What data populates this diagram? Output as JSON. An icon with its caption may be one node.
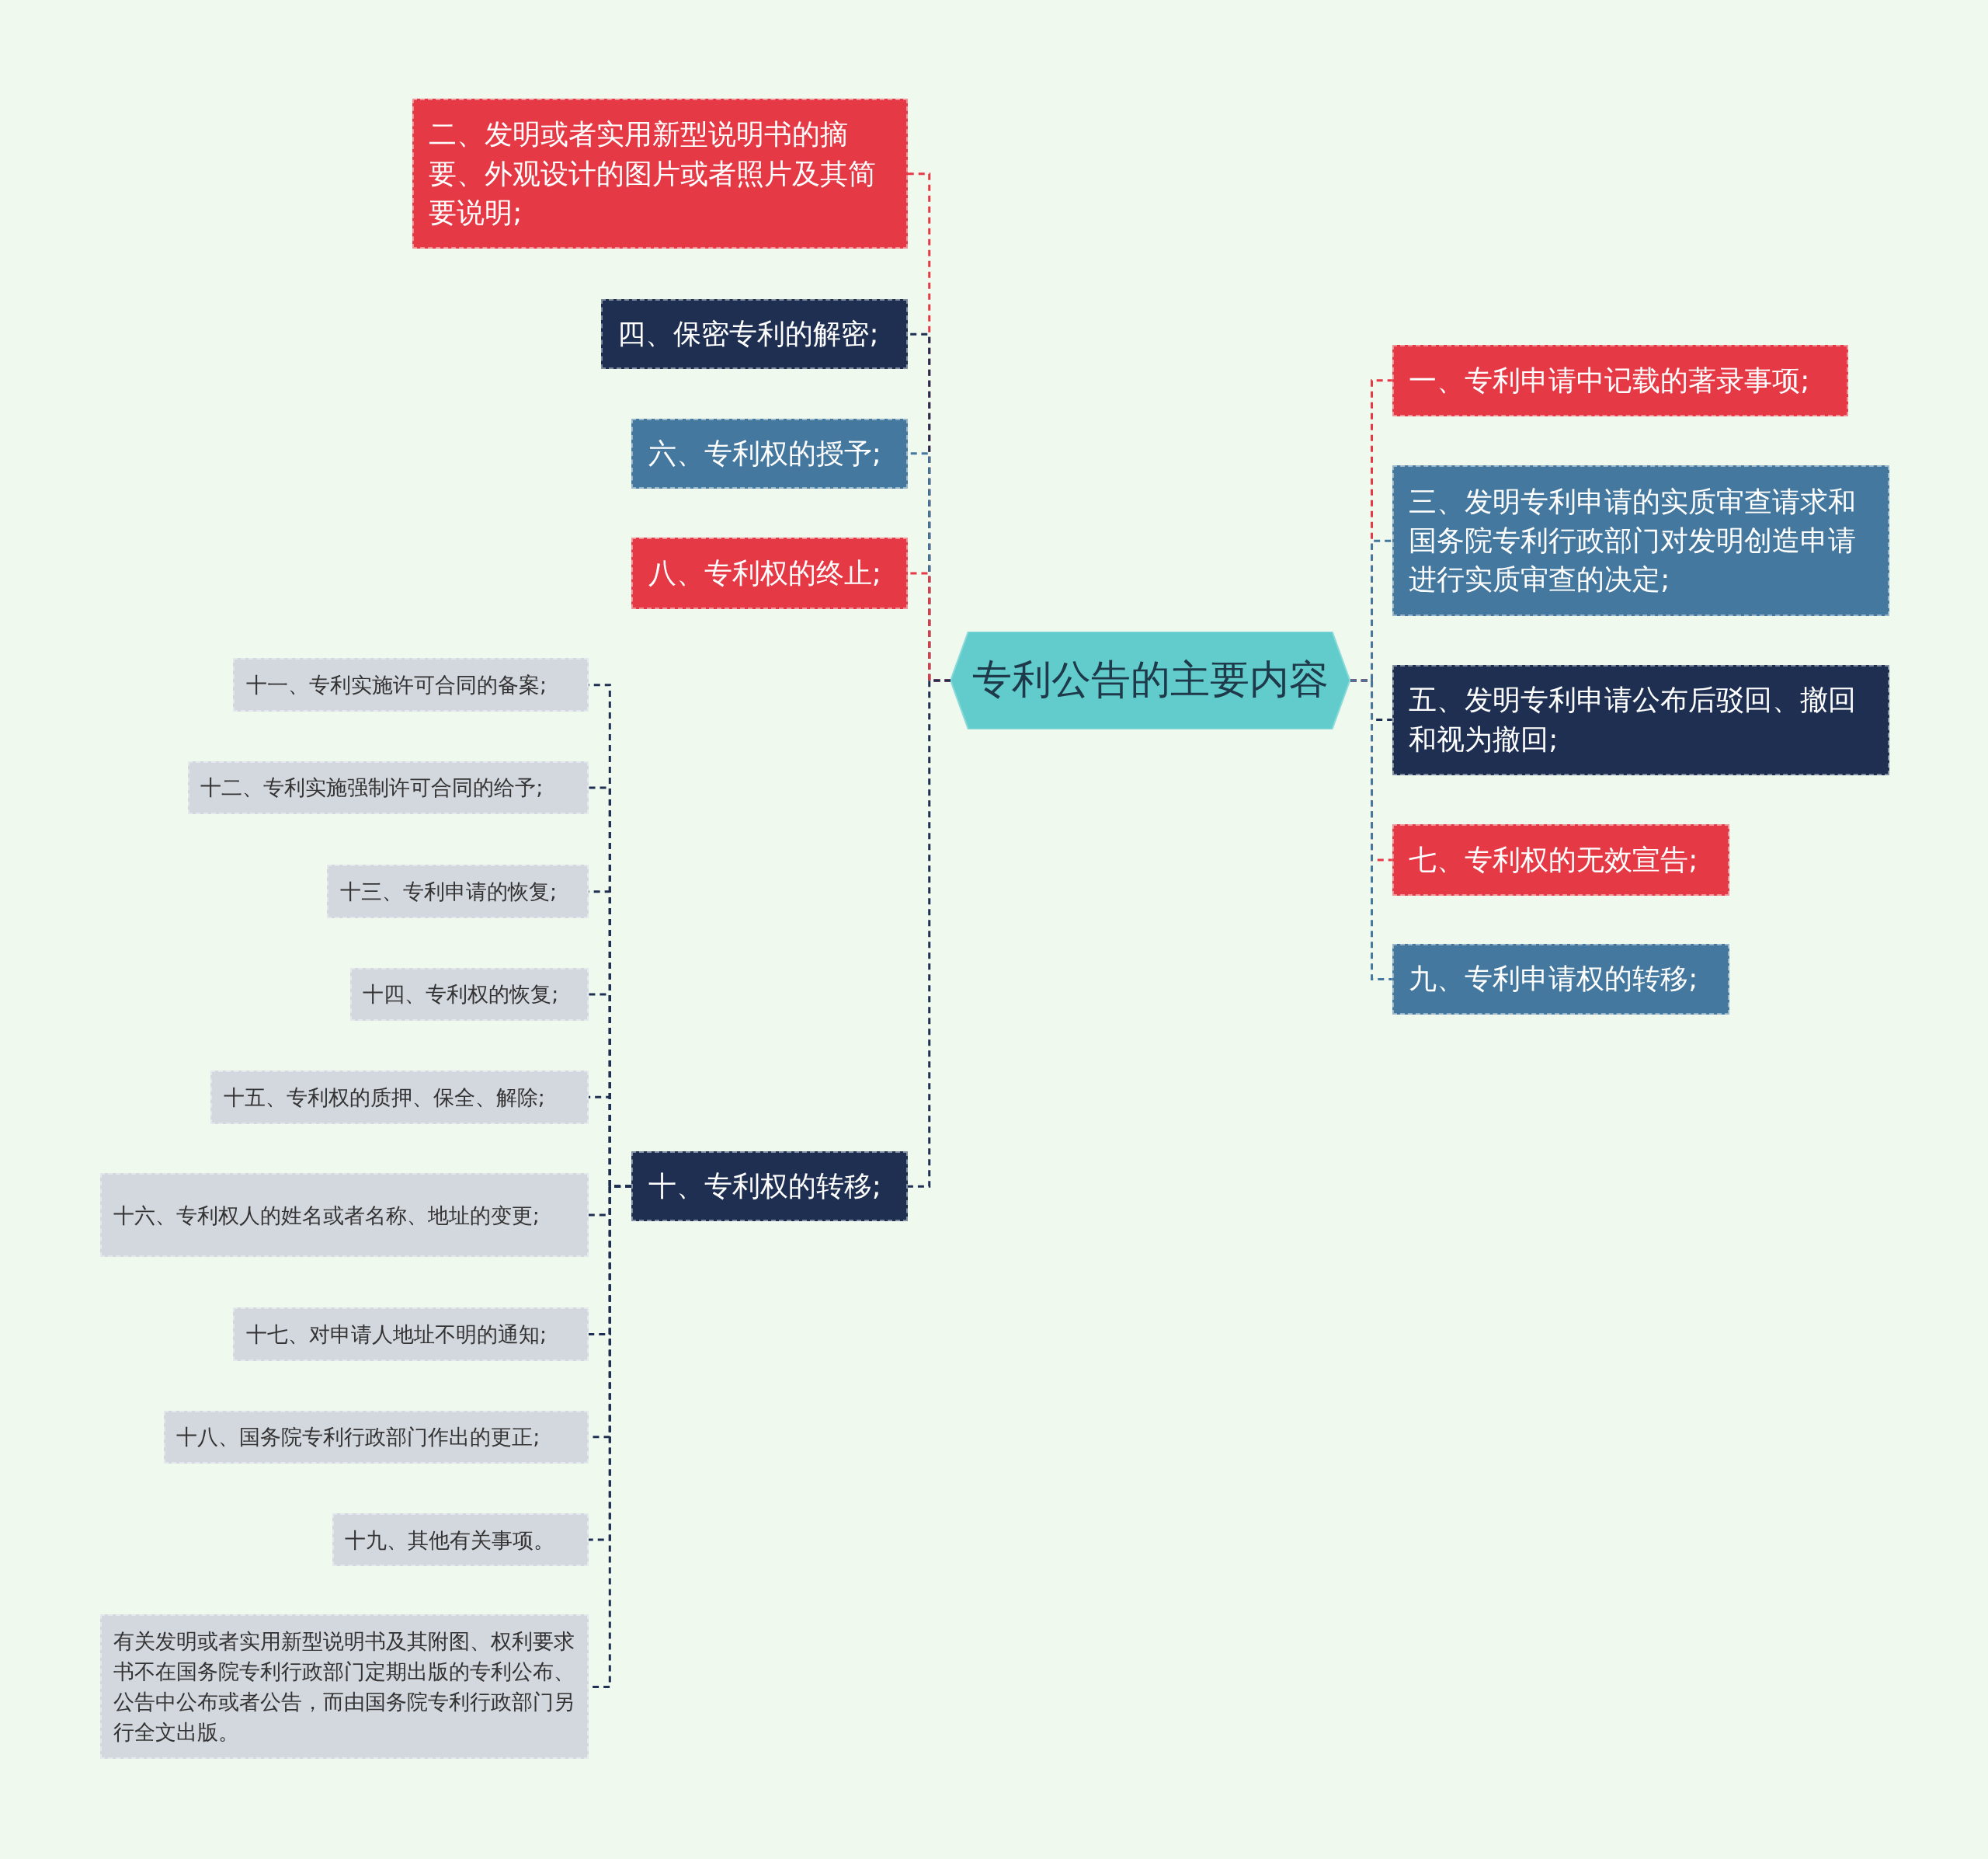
{
  "diagram": {
    "nodes": [
      {
        "text": [
          "专利公告的主要内容"
        ]
      },
      {
        "text": [
          "二、发明或者实用新型说明书的摘要、外观设计的图片或者照片及其简要说明;"
        ]
      },
      {
        "text": [
          "四、保密专利的解密;"
        ]
      },
      {
        "text": [
          "六、专利权的授予;"
        ]
      },
      {
        "text": [
          "八、专利权的终止;"
        ]
      },
      {
        "text": [
          "十、专利权的转移;"
        ]
      },
      {
        "text": [
          "十一、专利实施许可合同的备案;"
        ]
      },
      {
        "text": [
          "十二、专利实施强制许可合同的给予;"
        ]
      },
      {
        "text": [
          "十三、专利申请的恢复;"
        ]
      },
      {
        "text": [
          "十四、专利权的恢复;"
        ]
      },
      {
        "text": [
          "十五、专利权的质押、保全、解除;"
        ]
      },
      {
        "text": [
          "十六、专利权人的姓名或者名称、地址的变更;"
        ]
      },
      {
        "text": [
          "十七、对申请人地址不明的通知;"
        ]
      },
      {
        "text": [
          "十八、国务院专利行政部门作出的更正;"
        ]
      },
      {
        "text": [
          "十九、其他有关事项。"
        ]
      },
      {
        "text": [
          "有关发明或者实用新型说明书及其附图、权利要求书不在国务院专利行政部门定期出版的专利公布、公告中公布或者公告，而由国务院专利行政部门另行全文出版。"
        ]
      },
      {
        "text": [
          "一、专利申请中记载的著录事项;"
        ]
      },
      {
        "text": [
          "三、发明专利申请的实质审查请求和国务院专利行政部门对发明创造申请进行实质审查的决定;"
        ]
      },
      {
        "text": [
          "五、发明专利申请公布后驳回、撤回和视为撤回;"
        ]
      },
      {
        "text": [
          "七、专利权的无效宣告;"
        ]
      },
      {
        "text": [
          "九、专利申请权的转移;"
        ]
      }
    ],
    "edges": [
      {
        "from": 0,
        "to": 1,
        "arrow": "none",
        "style": "dashed",
        "color": "#e63946"
      },
      {
        "from": 0,
        "to": 2,
        "arrow": "none",
        "style": "dashed",
        "color": "#1e2f52"
      },
      {
        "from": 0,
        "to": 3,
        "arrow": "none",
        "style": "dashed",
        "color": "#44789e"
      },
      {
        "from": 0,
        "to": 4,
        "arrow": "none",
        "style": "dashed",
        "color": "#e63946"
      },
      {
        "from": 0,
        "to": 5,
        "arrow": "none",
        "style": "dashed",
        "color": "#1e2f52"
      },
      {
        "from": 5,
        "to": 6,
        "arrow": "none",
        "style": "dashed",
        "color": "#1e2f52"
      },
      {
        "from": 5,
        "to": 7,
        "arrow": "none",
        "style": "dashed",
        "color": "#1e2f52"
      },
      {
        "from": 5,
        "to": 8,
        "arrow": "none",
        "style": "dashed",
        "color": "#1e2f52"
      },
      {
        "from": 5,
        "to": 9,
        "arrow": "none",
        "style": "dashed",
        "color": "#1e2f52"
      },
      {
        "from": 5,
        "to": 10,
        "arrow": "none",
        "style": "dashed",
        "color": "#1e2f52"
      },
      {
        "from": 5,
        "to": 11,
        "arrow": "none",
        "style": "dashed",
        "color": "#1e2f52"
      },
      {
        "from": 5,
        "to": 12,
        "arrow": "none",
        "style": "dashed",
        "color": "#1e2f52"
      },
      {
        "from": 5,
        "to": 13,
        "arrow": "none",
        "style": "dashed",
        "color": "#1e2f52"
      },
      {
        "from": 5,
        "to": 14,
        "arrow": "none",
        "style": "dashed",
        "color": "#1e2f52"
      },
      {
        "from": 5,
        "to": 15,
        "arrow": "none",
        "style": "dashed",
        "color": "#1e2f52"
      },
      {
        "from": 0,
        "to": 16,
        "arrow": "none",
        "style": "dashed",
        "color": "#e63946"
      },
      {
        "from": 0,
        "to": 17,
        "arrow": "none",
        "style": "dashed",
        "color": "#44789e"
      },
      {
        "from": 0,
        "to": 18,
        "arrow": "none",
        "style": "dashed",
        "color": "#1e2f52"
      },
      {
        "from": 0,
        "to": 19,
        "arrow": "none",
        "style": "dashed",
        "color": "#e63946"
      },
      {
        "from": 0,
        "to": 20,
        "arrow": "none",
        "style": "dashed",
        "color": "#44789e"
      }
    ]
  }
}
